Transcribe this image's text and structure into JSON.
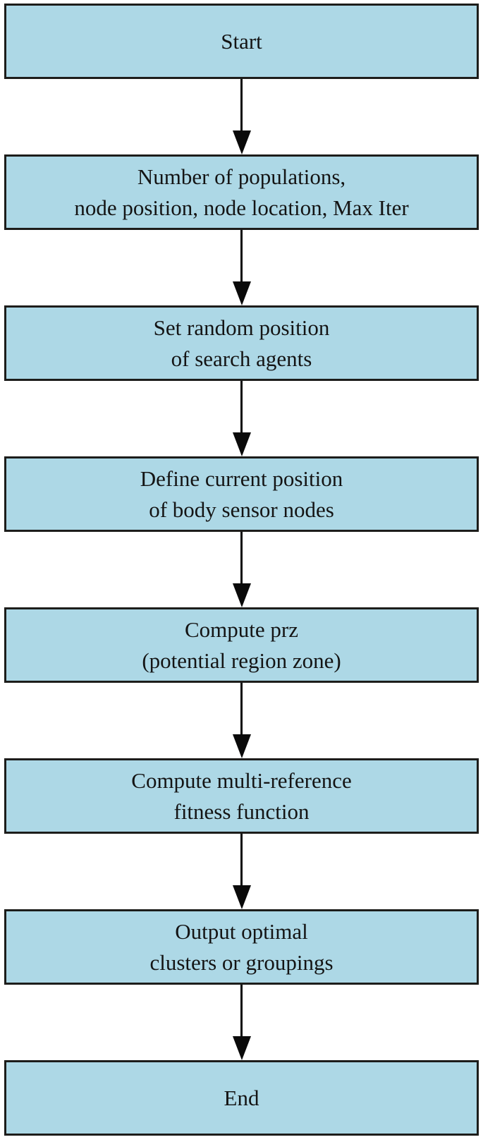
{
  "diagram": {
    "type": "flowchart",
    "colors": {
      "node_fill": "#add8e6",
      "node_border": "#1d1d1b",
      "arrow": "#0a0a0a",
      "text": "#141414",
      "background": "#ffffff"
    },
    "nodes": [
      {
        "id": "start",
        "lines": [
          "Start"
        ]
      },
      {
        "id": "parameters",
        "lines": [
          "Number of populations,",
          "node position, node location, Max Iter"
        ]
      },
      {
        "id": "set-random-position",
        "lines": [
          "Set random position",
          "of search agents"
        ]
      },
      {
        "id": "define-current-position",
        "lines": [
          "Define current position",
          "of body sensor nodes"
        ]
      },
      {
        "id": "compute-prz",
        "lines": [
          "Compute prz",
          "(potential region zone)"
        ]
      },
      {
        "id": "compute-fitness",
        "lines": [
          "Compute multi-reference",
          "fitness function"
        ]
      },
      {
        "id": "output-clusters",
        "lines": [
          "Output optimal",
          "clusters or groupings"
        ]
      },
      {
        "id": "end",
        "lines": [
          "End"
        ]
      }
    ],
    "edges": [
      {
        "from": "start",
        "to": "parameters"
      },
      {
        "from": "parameters",
        "to": "set-random-position"
      },
      {
        "from": "set-random-position",
        "to": "define-current-position"
      },
      {
        "from": "define-current-position",
        "to": "compute-prz"
      },
      {
        "from": "compute-prz",
        "to": "compute-fitness"
      },
      {
        "from": "compute-fitness",
        "to": "output-clusters"
      },
      {
        "from": "output-clusters",
        "to": "end"
      }
    ]
  }
}
